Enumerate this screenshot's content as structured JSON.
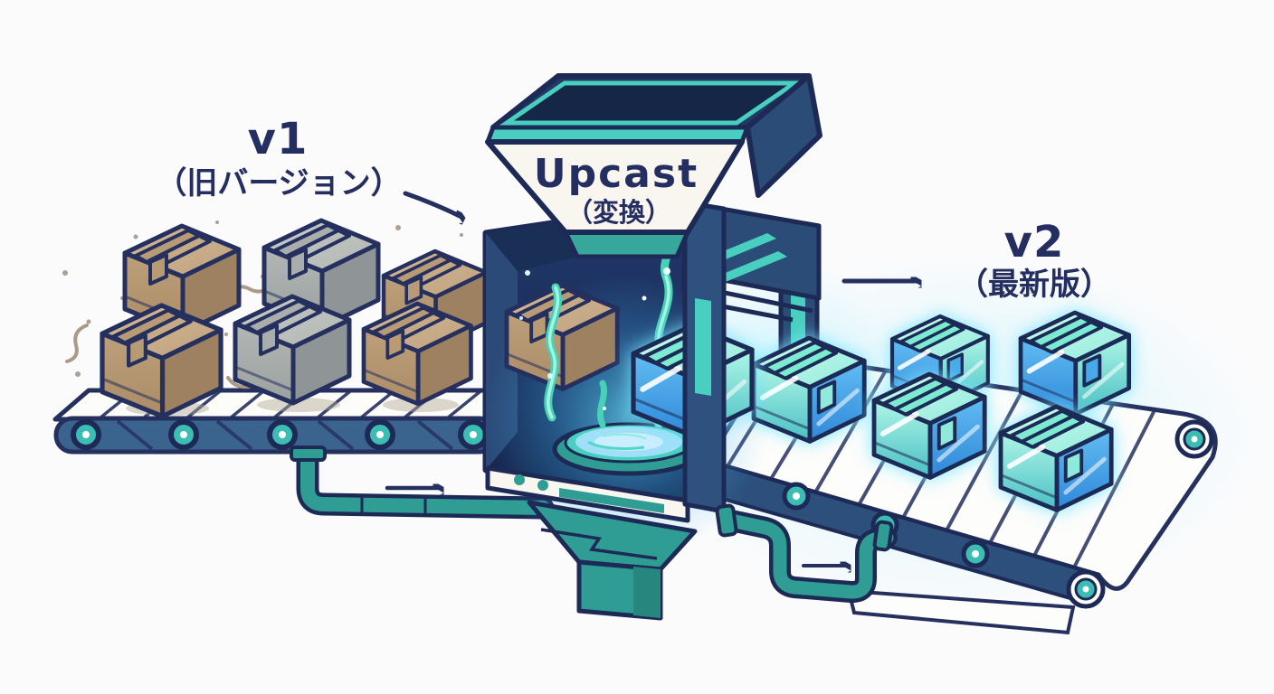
{
  "page": {
    "background": "#fbfbfc"
  },
  "labels": {
    "input_version": "v1",
    "input_version_sub": "（旧バージョン）",
    "machine_name": "Upcast",
    "machine_name_sub": "（変換）",
    "output_version": "v2",
    "output_version_sub": "（最新版）"
  },
  "palette": {
    "outline_navy": "#25305f",
    "text_navy": "#242e60",
    "machine_panel_blue": "#2e5180",
    "chamber_dark": "#152647",
    "teal_pipe": "#2f9d93",
    "teal_accent": "#49cfc0",
    "glow_cyan": "#7ae6ff",
    "portal_blue": "#9fe0f8",
    "old_box_tan": "#b3936f",
    "old_box_gray": "#abafae",
    "new_box_blue": "#3f9de0",
    "new_box_mint": "#8feadc",
    "belt_top_white": "#fcfcf8",
    "belt_side_blue": "#3a648e",
    "dust_brown": "#9a8a72"
  },
  "scene": {
    "old_box_count": 6,
    "new_box_count": 6,
    "conveyor_count": 2,
    "pipe_count": 2,
    "arrow_count": 4
  }
}
